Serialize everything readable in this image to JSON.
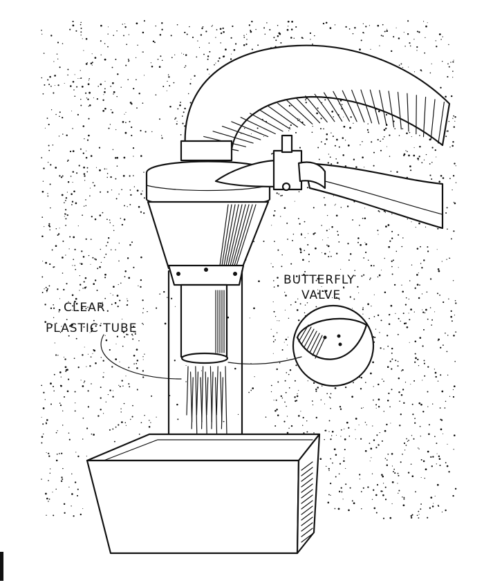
{
  "illustration": {
    "labels": {
      "tube": [
        "CLEAR",
        "PLASTIC TUBE"
      ],
      "valve": [
        "BUTTERFLY",
        "VALVE"
      ]
    },
    "ink_color": "#111111",
    "paper_color": "#ffffff"
  }
}
